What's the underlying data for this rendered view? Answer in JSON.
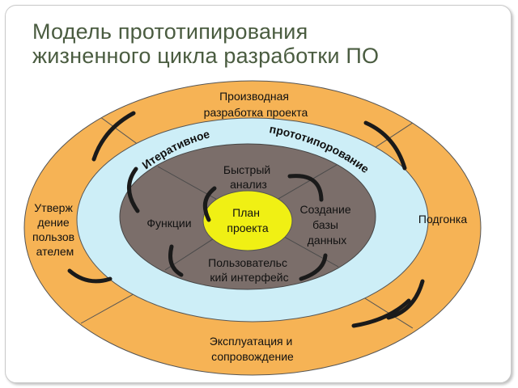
{
  "title": {
    "line1": "Модель прототипирования",
    "line2": "жизненного цикла разработки ПО"
  },
  "colors": {
    "outer_ring": "#F6B355",
    "middle_ring": "#CDEEF7",
    "inner_disc": "#7B6E6A",
    "center": "#F0F014",
    "arrows": "#1A1A1A",
    "title": "#4A5C40"
  },
  "diagram": {
    "outer": {
      "top": [
        "Производная",
        "разработка проекта"
      ],
      "left": [
        "Утверж",
        "дение",
        "пользов",
        "ателем"
      ],
      "right": [
        "Подгонка"
      ],
      "bottom": [
        "Эксплуатация и",
        "сопровождение"
      ]
    },
    "middle": {
      "arc_left": "Итеративное",
      "arc_right": "прототипорование"
    },
    "inner": {
      "top": [
        "Быстрый",
        "анализ"
      ],
      "left": [
        "Функции"
      ],
      "right": [
        "Создание",
        "базы",
        "данных"
      ],
      "bottom": [
        "Пользовательс",
        "кий интерфейс"
      ]
    },
    "center": [
      "План",
      "проекта"
    ]
  }
}
